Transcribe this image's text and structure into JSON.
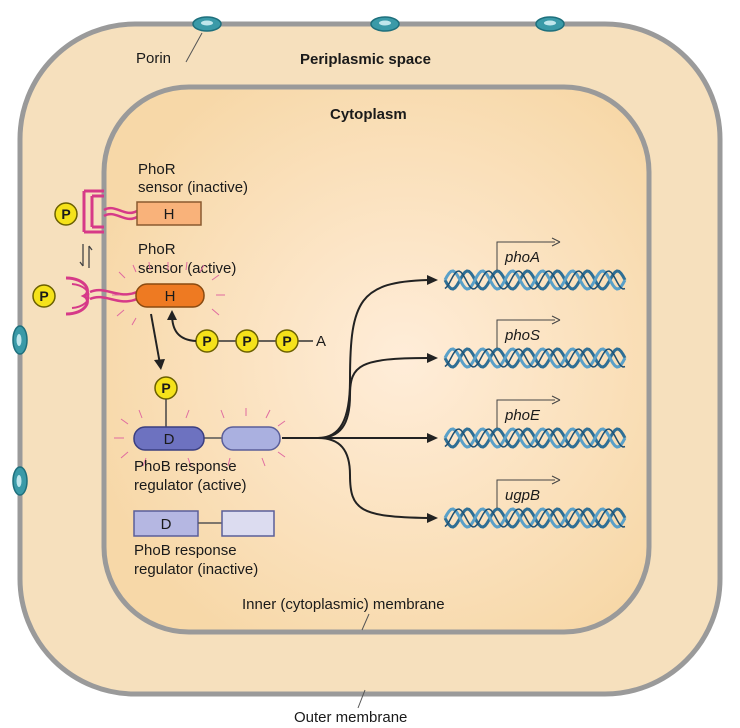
{
  "labels": {
    "porin": "Porin",
    "periplasmic_space": "Periplasmic space",
    "cytoplasm": "Cytoplasm",
    "phor_inactive_line1": "PhoR",
    "phor_inactive_line2": "sensor (inactive)",
    "phor_active_line1": "PhoR",
    "phor_active_line2": "sensor (active)",
    "phob_active_line1": "PhoB response",
    "phob_active_line2": "regulator (active)",
    "phob_inactive_line1": "PhoB response",
    "phob_inactive_line2": "regulator (inactive)",
    "inner_membrane": "Inner (cytoplasmic) membrane",
    "outer_membrane": "Outer membrane"
  },
  "symbols": {
    "histidine": "H",
    "aspartate": "D",
    "phosphate": "P",
    "adenosine": "A"
  },
  "genes": [
    "phoA",
    "phoS",
    "phoE",
    "ugpB"
  ],
  "colors": {
    "periplasm": "#f6e0bd",
    "cytoplasm_center": "#fde5cc",
    "membrane": "#9a9a9a",
    "porin": "#3a9aa8",
    "phor_inactive": "#f9b27a",
    "phor_active": "#ee7a22",
    "receptor": "#d63a88",
    "phosphate": "#f5e21a",
    "phob_active": "#6d72c0",
    "phob_active_light": "#aab0e0",
    "phob_inactive": "#b5b7e2",
    "phob_inactive_light": "#dcdcf0",
    "dna": "#3c7fa8"
  }
}
